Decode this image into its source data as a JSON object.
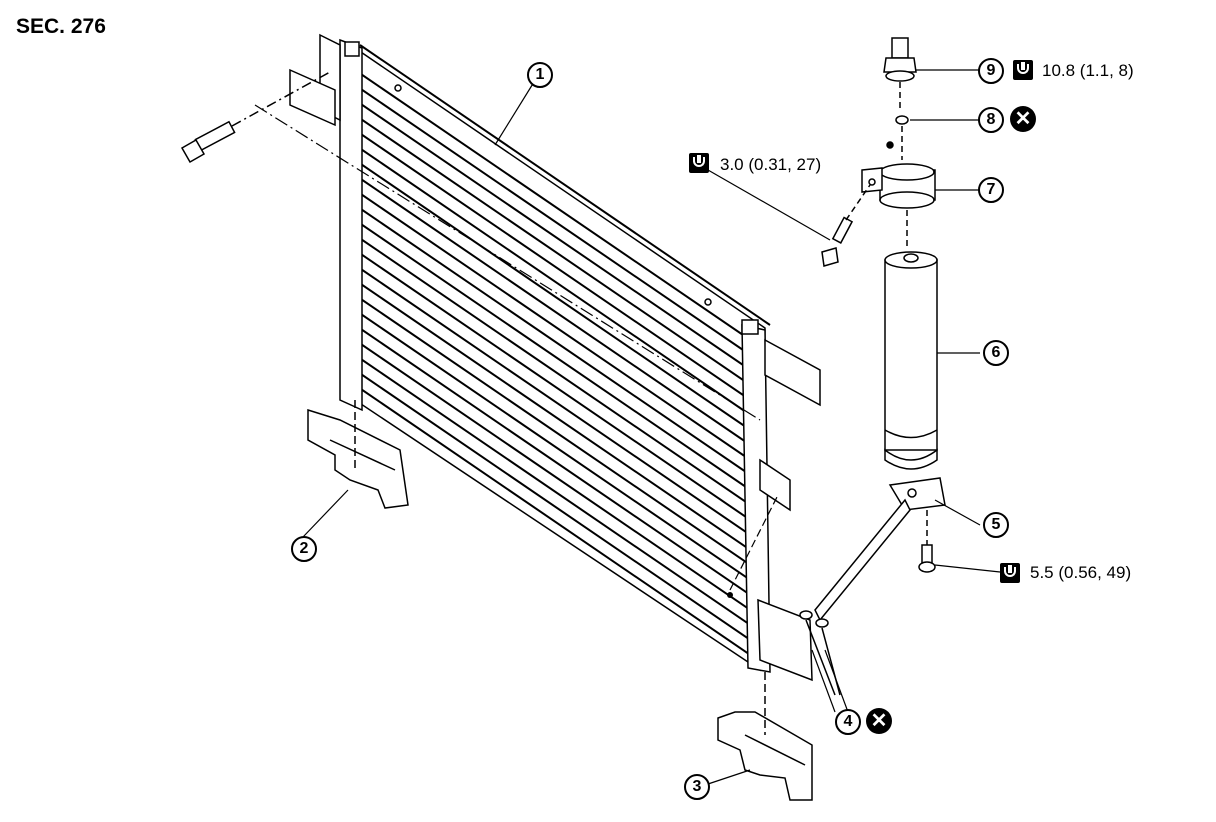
{
  "section": "SEC. 276",
  "callouts": {
    "c1": "1",
    "c2": "2",
    "c3": "3",
    "c4": "4",
    "c5": "5",
    "c6": "6",
    "c7": "7",
    "c8": "8",
    "c9": "9"
  },
  "torque": {
    "t9": "10.8 (1.1, 8)",
    "t7": "3.0 (0.31, 27)",
    "t5": "5.5 (0.56, 49)"
  },
  "symbols": {
    "do_not_reuse": "✕"
  }
}
